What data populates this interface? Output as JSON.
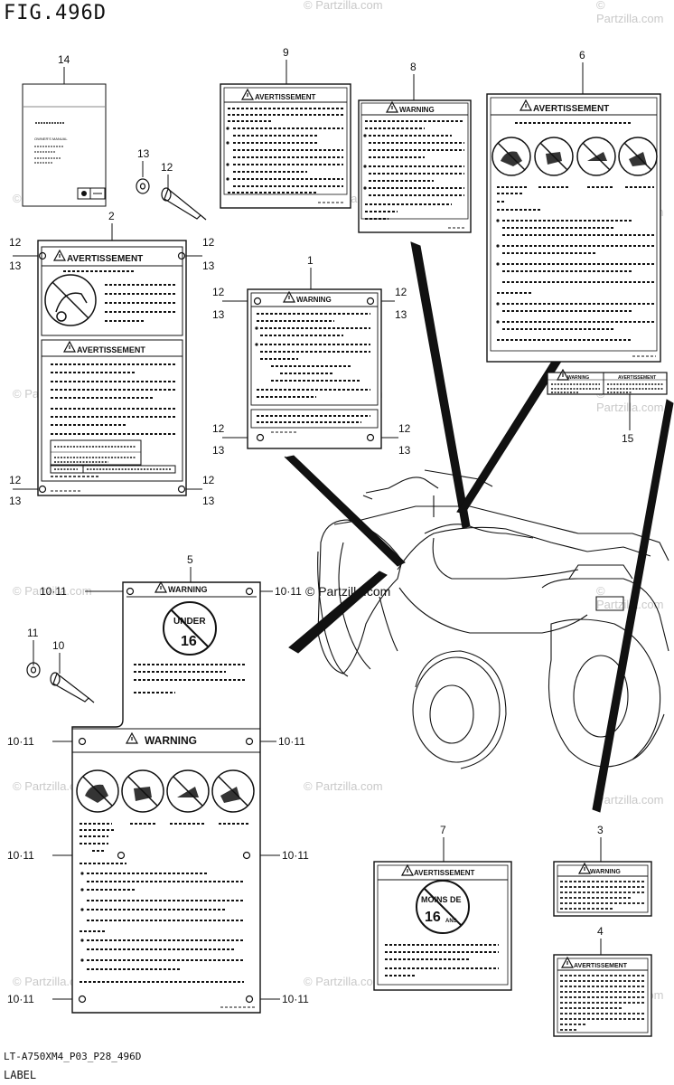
{
  "figure": {
    "title": "FIG.496D",
    "code": "LT-A750XM4_P03_P28_496D",
    "caption": "LABEL"
  },
  "watermark": {
    "text": "© Partzilla.com",
    "featured": "© Partzilla.com"
  },
  "callouts": {
    "n1": "1",
    "n2": "2",
    "n3": "3",
    "n4": "4",
    "n5": "5",
    "n6": "6",
    "n7": "7",
    "n8": "8",
    "n9": "9",
    "n10": "10",
    "n11": "11",
    "n12": "12",
    "n13": "13",
    "n14": "14",
    "n15": "15",
    "pair": "10·11"
  },
  "labels": {
    "warning": "WARNING",
    "avertissement": "AVERTISSEMENT",
    "under": "UNDER",
    "age16": "16",
    "moins_de": "MOINS DE",
    "ans": "ANS",
    "owners_manual": "OWNER'S MANUAL"
  }
}
